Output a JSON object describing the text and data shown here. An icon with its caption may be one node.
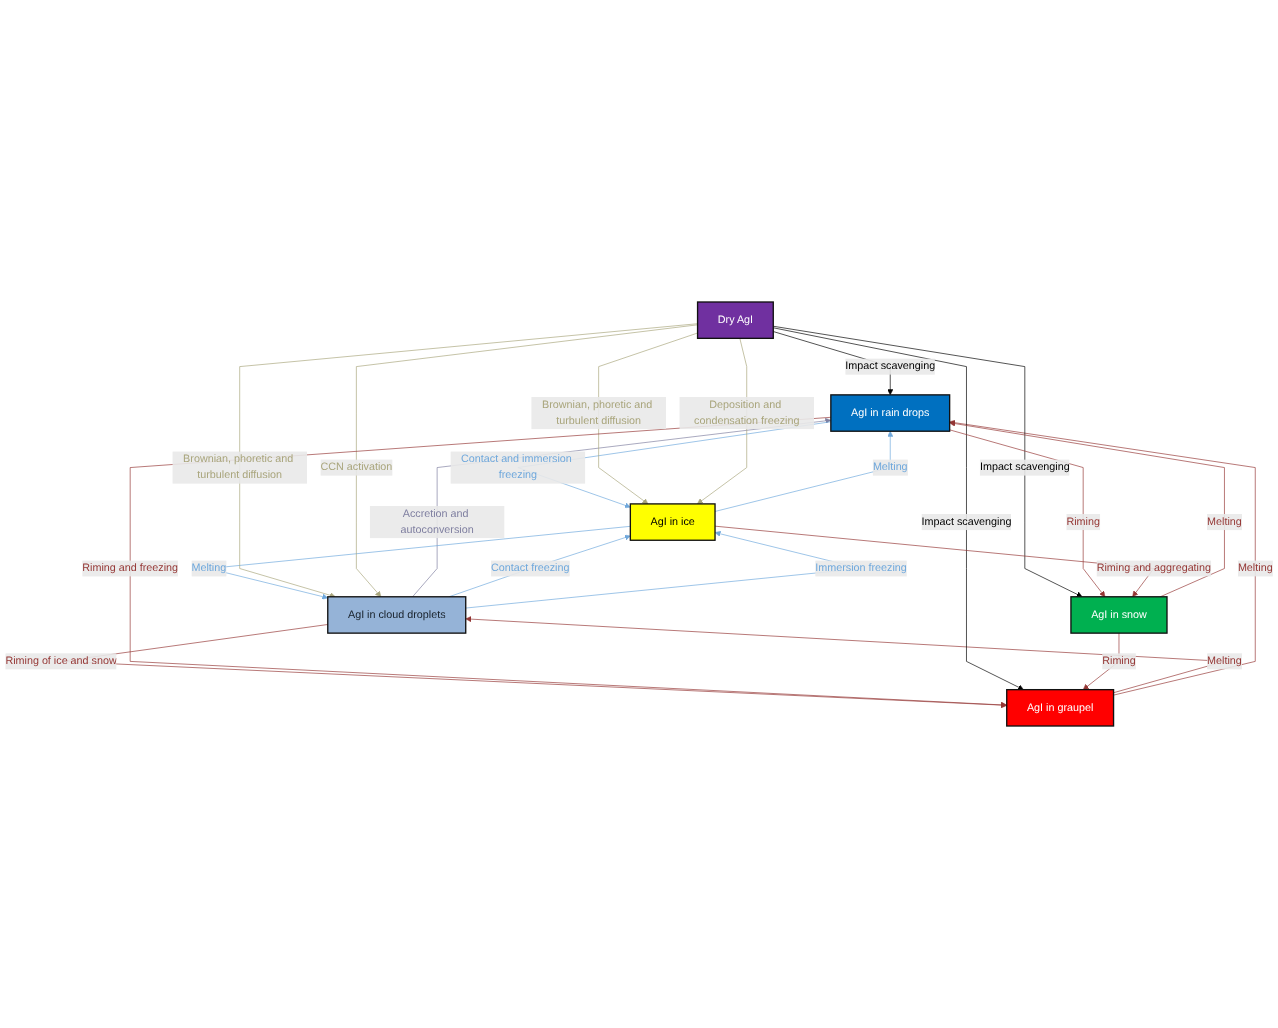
{
  "diagram": {
    "nodes": [
      {
        "text": [
          "AgI in rain drops"
        ]
      },
      {
        "text": [
          "AgI in cloud droplets"
        ]
      },
      {
        "text": [
          "AgI in ice"
        ]
      },
      {
        "text": [
          "Dry AgI"
        ]
      },
      {
        "text": [
          "AgI in graupel"
        ]
      },
      {
        "text": [
          "AgI in snow"
        ]
      }
    ],
    "edges": [
      {
        "from": 1,
        "to": 0,
        "arrow": "to",
        "label": "Accretion and autoconversion",
        "color": "#7f7fa0"
      },
      {
        "from": 0,
        "to": 2,
        "arrow": "to",
        "label": "Contact and immersion freezing",
        "color": "#6fa8dc"
      },
      {
        "from": 2,
        "to": 0,
        "arrow": "to",
        "label": "Melting",
        "color": "#6fa8dc"
      },
      {
        "from": 3,
        "to": 0,
        "arrow": "to",
        "label": "Impact scavenging",
        "color": "#000000"
      },
      {
        "from": 1,
        "to": 2,
        "arrow": "to",
        "label": "Contact freezing",
        "color": "#6fa8dc"
      },
      {
        "from": 1,
        "to": 2,
        "arrow": "to",
        "label": "Immersion freezing",
        "color": "#6fa8dc"
      },
      {
        "from": 2,
        "to": 1,
        "arrow": "to",
        "label": "Melting",
        "color": "#6fa8dc"
      },
      {
        "from": 3,
        "to": 1,
        "arrow": "to",
        "label": "Brownian, phoretic and turbulent diffusion",
        "color": "#a9a57c"
      },
      {
        "from": 3,
        "to": 1,
        "arrow": "to",
        "label": "CCN activation",
        "color": "#a9a57c"
      },
      {
        "from": 3,
        "to": 2,
        "arrow": "to",
        "label": "Brownian, phoretic and turbulent diffusion",
        "color": "#a9a57c"
      },
      {
        "from": 3,
        "to": 2,
        "arrow": "to",
        "label": "Deposition and condensation freezing",
        "color": "#a9a57c"
      },
      {
        "from": 1,
        "to": 4,
        "arrow": "to",
        "label": "Riming of ice and snow",
        "color": "#953735"
      },
      {
        "from": 4,
        "to": 1,
        "arrow": "to",
        "label": "Melting",
        "color": "#953735"
      },
      {
        "from": 0,
        "to": 4,
        "arrow": "to",
        "label": "Riming and freezing",
        "color": "#953735"
      },
      {
        "from": 4,
        "to": 0,
        "arrow": "to",
        "label": "Melting",
        "color": "#953735"
      },
      {
        "from": 3,
        "to": 4,
        "arrow": "to",
        "label": "Impact scavenging",
        "color": "#000000"
      },
      {
        "from": 3,
        "to": 5,
        "arrow": "to",
        "label": "Impact scavenging",
        "color": "#000000"
      },
      {
        "from": 0,
        "to": 5,
        "arrow": "to",
        "label": "Riming",
        "color": "#953735"
      },
      {
        "from": 5,
        "to": 0,
        "arrow": "to",
        "label": "Melting",
        "color": "#953735"
      },
      {
        "from": 2,
        "to": 5,
        "arrow": "to",
        "label": "Riming and aggregating",
        "color": "#953735"
      },
      {
        "from": 5,
        "to": 4,
        "arrow": "to",
        "label": "Riming",
        "color": "#953735"
      }
    ]
  }
}
